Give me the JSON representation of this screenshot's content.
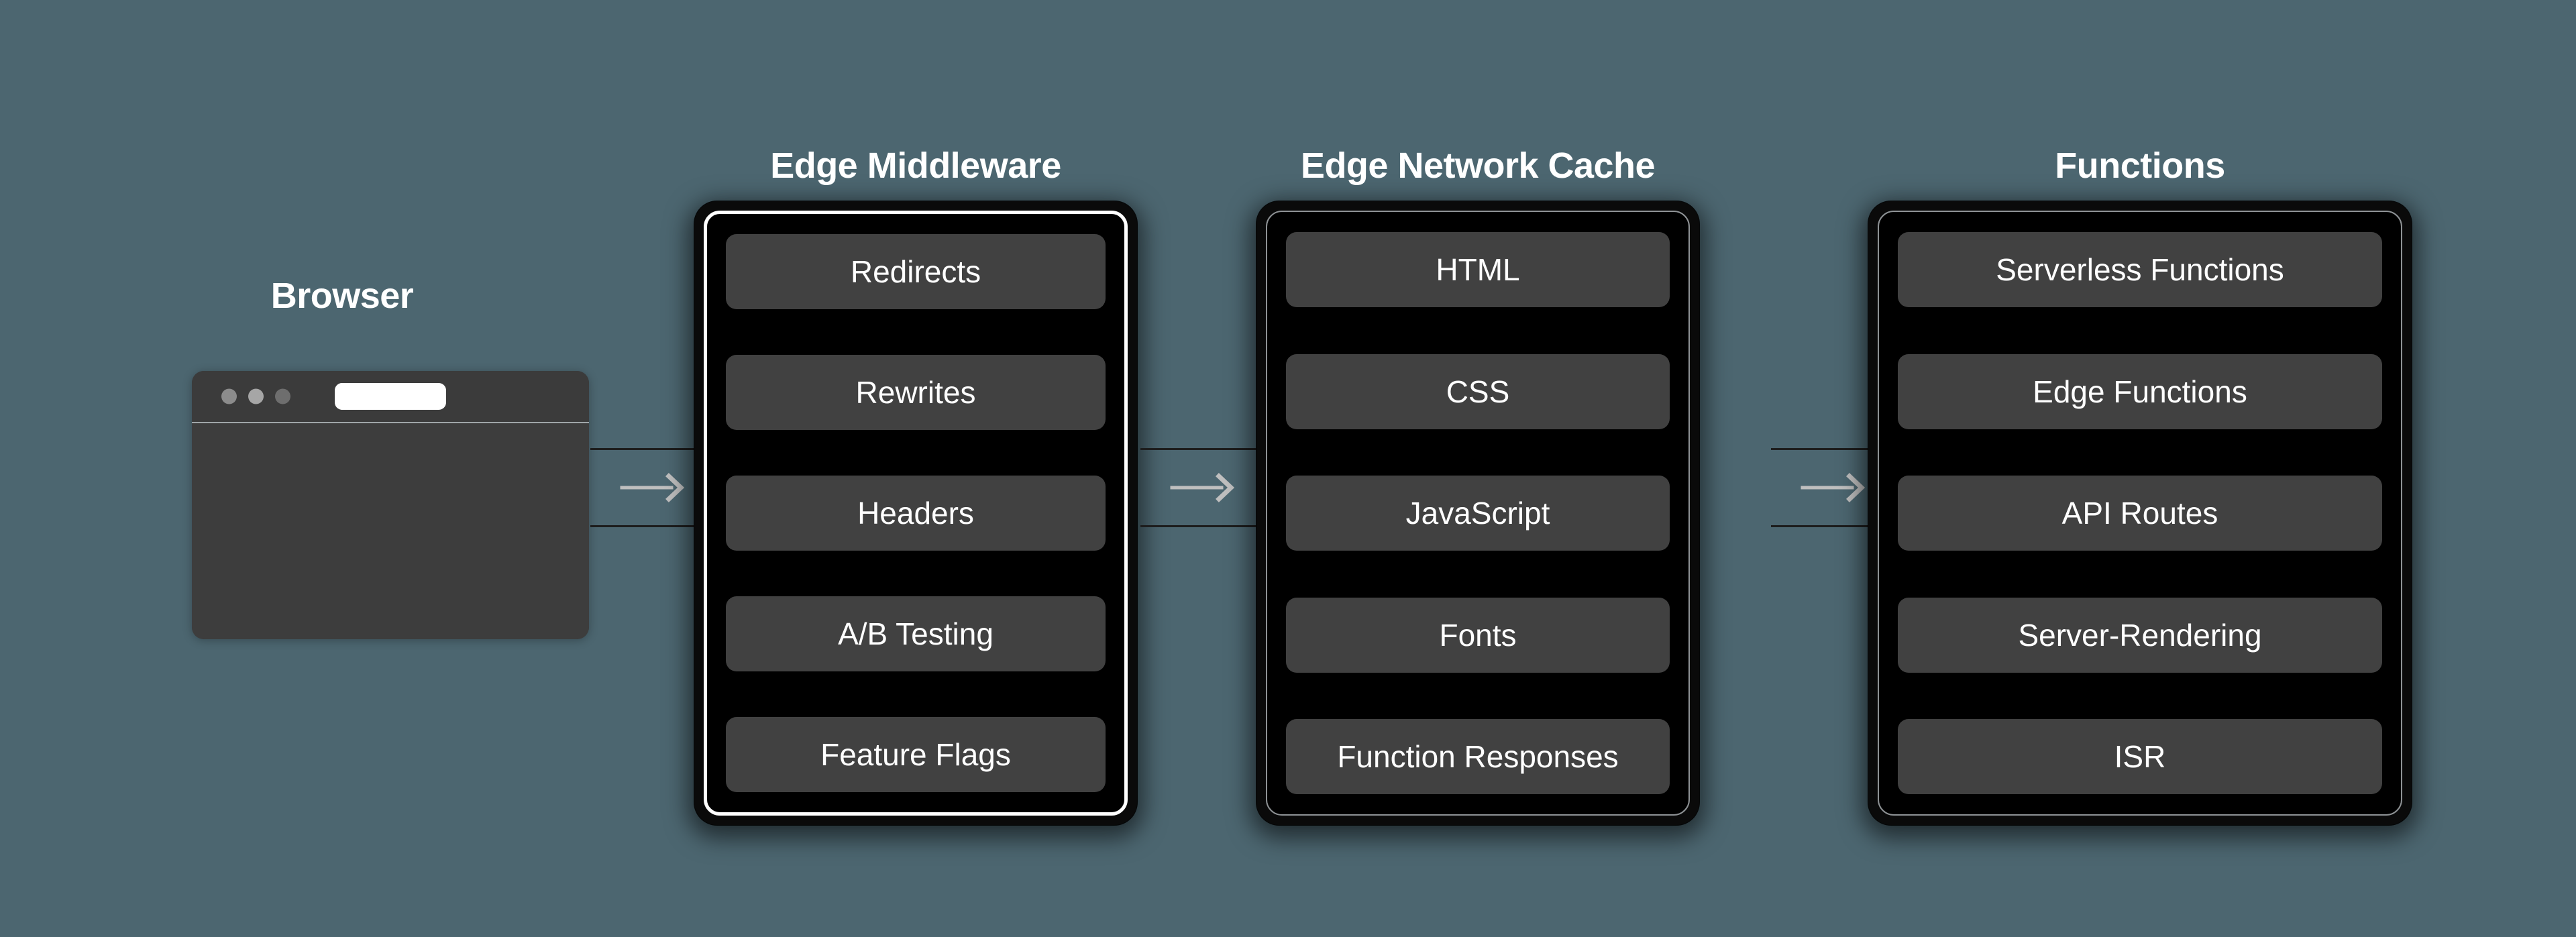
{
  "background_color": "#4C6670",
  "browser": {
    "title": "Browser",
    "window_dots": [
      "dot-red-placeholder",
      "dot-yellow-placeholder",
      "dot-green-placeholder"
    ],
    "url_bar_value": ""
  },
  "connectors": [
    {
      "name": "browser-to-edge-middleware",
      "icon": "arrow-right-icon"
    },
    {
      "name": "edge-middleware-to-edge-network-cache",
      "icon": "arrow-right-icon"
    },
    {
      "name": "edge-network-cache-to-functions",
      "icon": "arrow-right-icon"
    }
  ],
  "panels": [
    {
      "id": "edge-middleware",
      "title": "Edge Middleware",
      "highlighted": true,
      "items": [
        "Redirects",
        "Rewrites",
        "Headers",
        "A/B Testing",
        "Feature Flags"
      ]
    },
    {
      "id": "edge-network-cache",
      "title": "Edge Network Cache",
      "highlighted": false,
      "items": [
        "HTML",
        "CSS",
        "JavaScript",
        "Fonts",
        "Function Responses"
      ]
    },
    {
      "id": "functions",
      "title": "Functions",
      "highlighted": false,
      "items": [
        "Serverless Functions",
        "Edge Functions",
        "API Routes",
        "Server-Rendering",
        "ISR"
      ]
    }
  ],
  "colors": {
    "background": "#4C6670",
    "panel_bg": "#000000",
    "pill_bg": "#414141",
    "text": "#FFFFFF",
    "highlight_border": "#FFFFFF",
    "plain_border": "#8E9295",
    "arrow": "#BFBFBF",
    "browser_bg": "#3B3B3B"
  }
}
